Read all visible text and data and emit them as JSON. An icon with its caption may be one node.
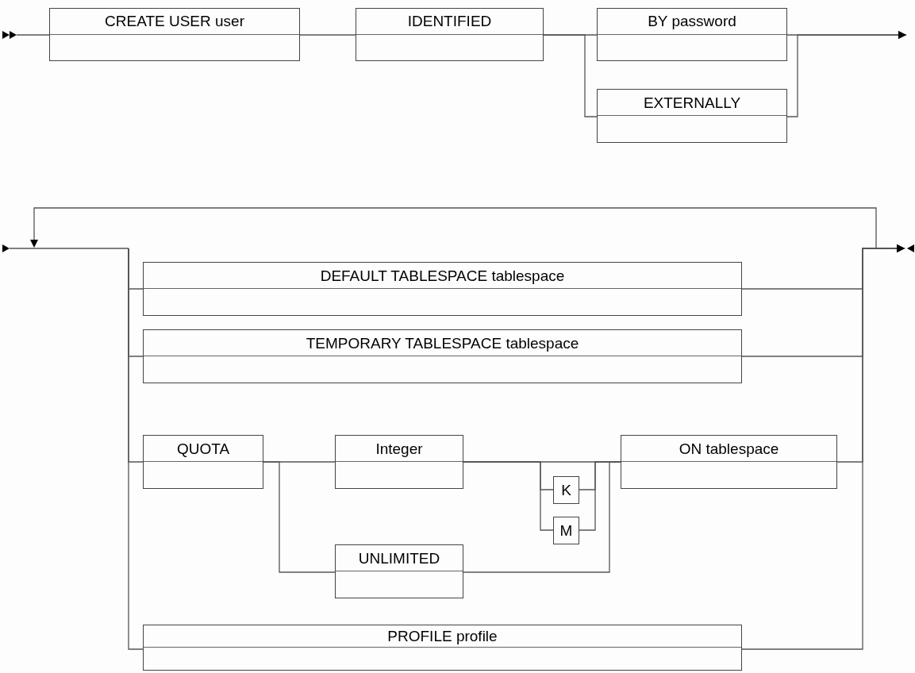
{
  "diagram": {
    "nodes": [
      {
        "text": [
          "CREATE USER user"
        ]
      },
      {
        "text": [
          "IDENTIFIED"
        ]
      },
      {
        "text": [
          "BY password"
        ]
      },
      {
        "text": [
          "EXTERNALLY"
        ]
      },
      {
        "text": [
          "DEFAULT TABLESPACE tablespace"
        ]
      },
      {
        "text": [
          "TEMPORARY TABLESPACE tablespace"
        ]
      },
      {
        "text": [
          "QUOTA"
        ]
      },
      {
        "text": [
          "Integer"
        ]
      },
      {
        "text": [
          "K"
        ]
      },
      {
        "text": [
          "M"
        ]
      },
      {
        "text": [
          "UNLIMITED"
        ]
      },
      {
        "text": [
          "ON tablespace"
        ]
      },
      {
        "text": [
          "PROFILE profile"
        ]
      }
    ],
    "edges": [
      {
        "from": null,
        "to": 0,
        "arrow": "none"
      },
      {
        "from": 0,
        "to": 1,
        "arrow": "none"
      },
      {
        "from": 1,
        "to": 2,
        "arrow": "none"
      },
      {
        "from": 1,
        "to": 3,
        "arrow": "none"
      },
      {
        "from": 2,
        "to": null,
        "arrow": "to"
      },
      {
        "from": 3,
        "to": null,
        "arrow": "to"
      },
      {
        "from": null,
        "to": 4,
        "arrow": "none"
      },
      {
        "from": null,
        "to": 5,
        "arrow": "none"
      },
      {
        "from": null,
        "to": 6,
        "arrow": "none"
      },
      {
        "from": null,
        "to": 12,
        "arrow": "none"
      },
      {
        "from": 6,
        "to": 7,
        "arrow": "none"
      },
      {
        "from": 6,
        "to": 10,
        "arrow": "none"
      },
      {
        "from": 7,
        "to": 8,
        "arrow": "none"
      },
      {
        "from": 7,
        "to": 9,
        "arrow": "none"
      },
      {
        "from": 7,
        "to": 11,
        "arrow": "none"
      },
      {
        "from": 8,
        "to": 11,
        "arrow": "none"
      },
      {
        "from": 9,
        "to": 11,
        "arrow": "none"
      },
      {
        "from": 10,
        "to": 11,
        "arrow": "none"
      },
      {
        "from": 4,
        "to": null,
        "arrow": "to"
      },
      {
        "from": 5,
        "to": null,
        "arrow": "to"
      },
      {
        "from": 11,
        "to": null,
        "arrow": "to"
      },
      {
        "from": 12,
        "to": null,
        "arrow": "to"
      }
    ]
  }
}
